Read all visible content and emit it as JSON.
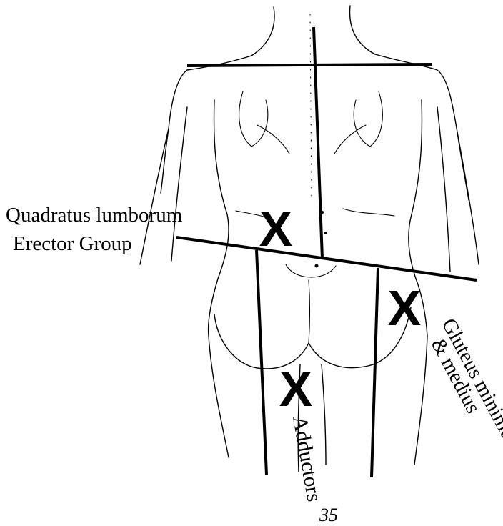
{
  "labels": {
    "quadratus": "Quadratus lumborum",
    "erector": "Erector Group",
    "gluteus_line1": "Gluteus minimus",
    "gluteus_line2": "& medius",
    "adductors": "Adductors",
    "page_number": "35"
  },
  "markers": {
    "symbol": "X"
  }
}
